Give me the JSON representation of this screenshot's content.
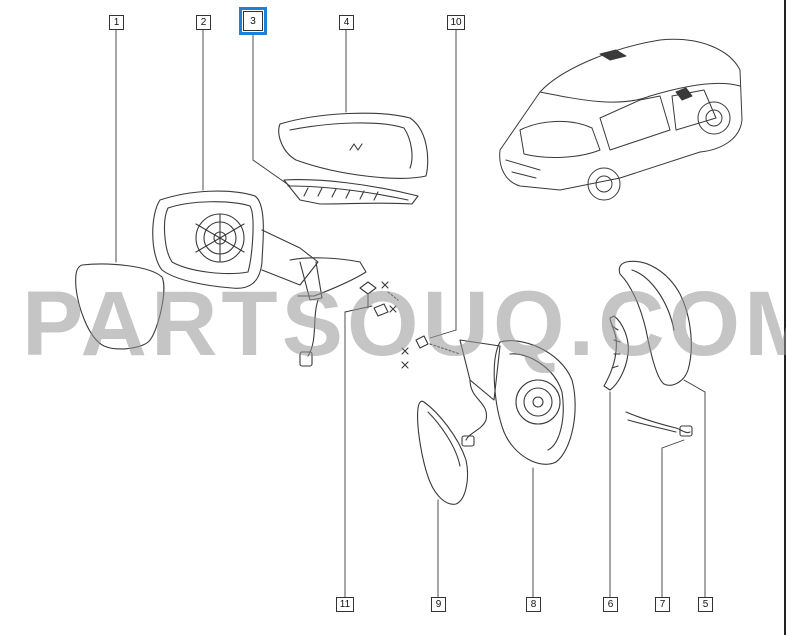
{
  "watermark": "PARTSOUQ.COM",
  "colors": {
    "line": "#3a3a3a",
    "highlight": "#1e7fd6",
    "watermark": "#969696"
  },
  "callouts": [
    {
      "id": "1",
      "highlighted": false
    },
    {
      "id": "2",
      "highlighted": false
    },
    {
      "id": "3",
      "highlighted": true
    },
    {
      "id": "4",
      "highlighted": false
    },
    {
      "id": "10",
      "highlighted": false
    },
    {
      "id": "11",
      "highlighted": false
    },
    {
      "id": "9",
      "highlighted": false
    },
    {
      "id": "8",
      "highlighted": false
    },
    {
      "id": "6",
      "highlighted": false
    },
    {
      "id": "7",
      "highlighted": false
    },
    {
      "id": "5",
      "highlighted": false
    }
  ],
  "parts": [
    {
      "name": "mirror-glass-left"
    },
    {
      "name": "mirror-housing-left"
    },
    {
      "name": "cover-lower-left"
    },
    {
      "name": "cover-upper-left"
    },
    {
      "name": "screw"
    },
    {
      "name": "screw-set"
    },
    {
      "name": "mirror-glass-right"
    },
    {
      "name": "mirror-housing-right"
    },
    {
      "name": "turn-signal-lamp"
    },
    {
      "name": "wiring-harness"
    },
    {
      "name": "cover-right"
    }
  ]
}
